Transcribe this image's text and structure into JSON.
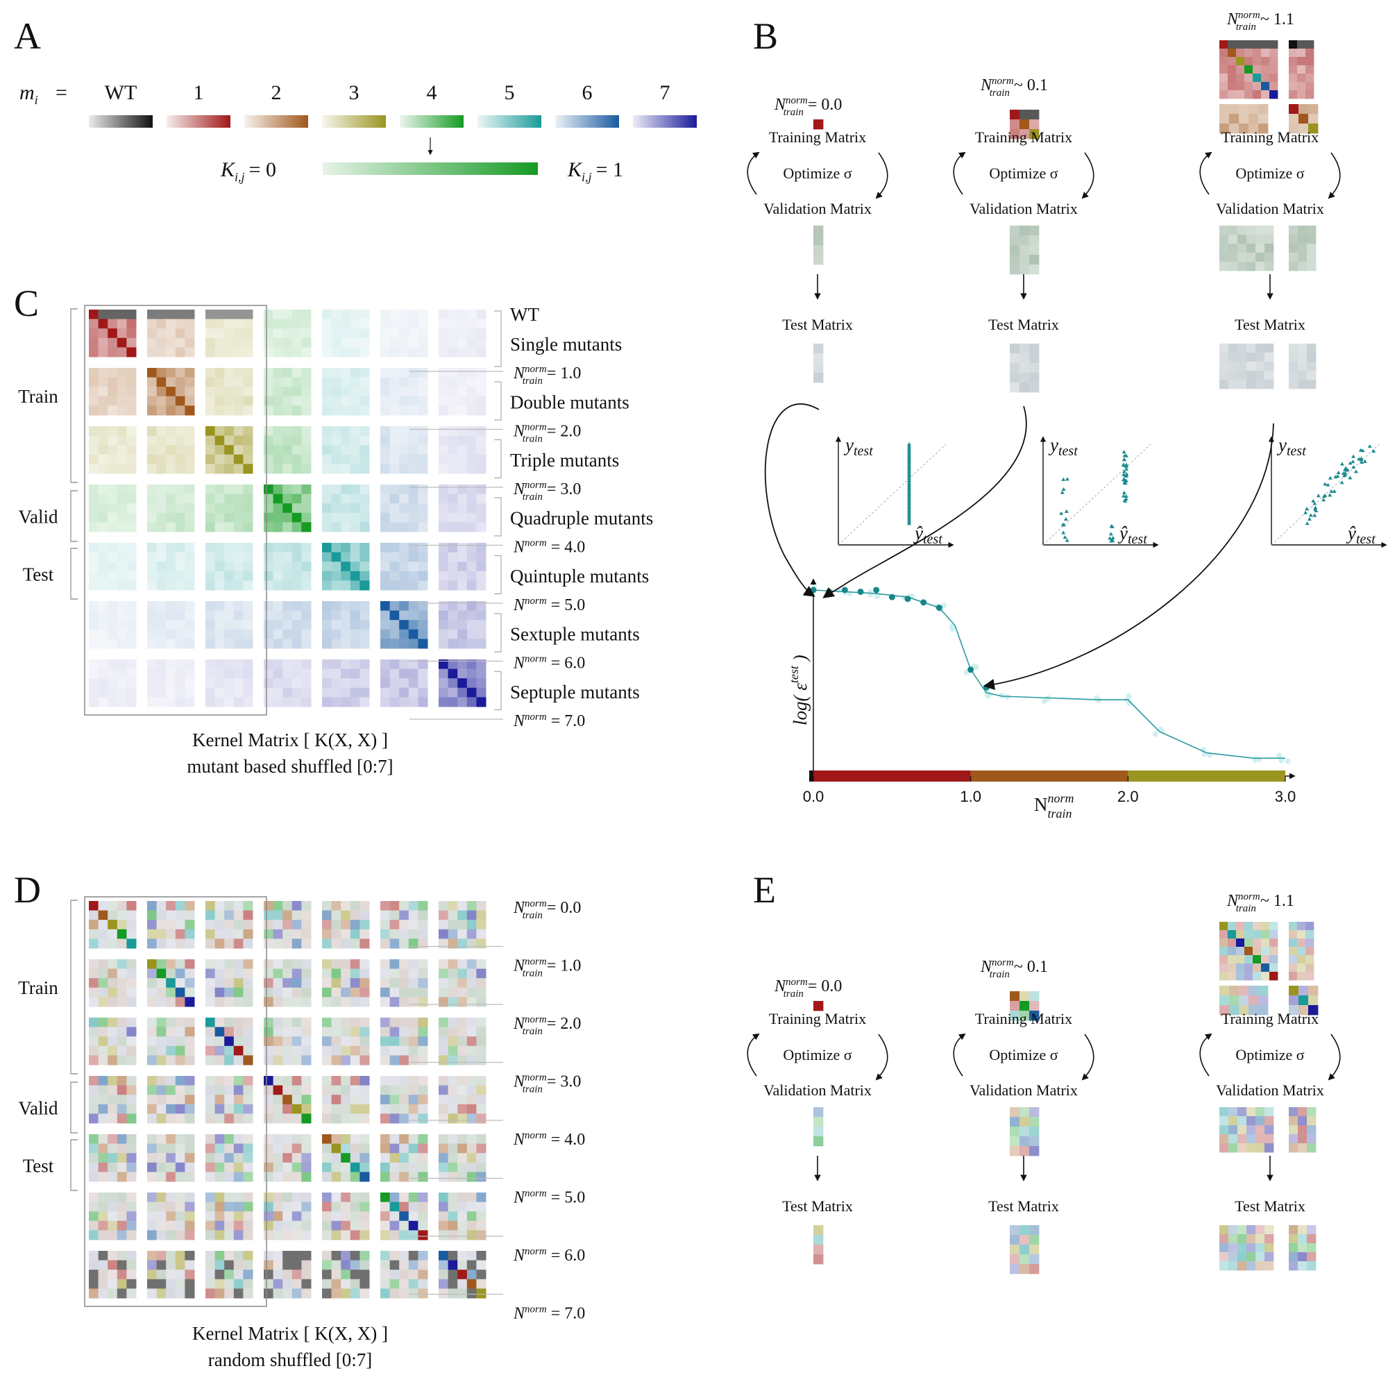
{
  "panels": {
    "a": "A",
    "b": "B",
    "c": "C",
    "d": "D",
    "e": "E"
  },
  "panelA": {
    "mi_label": "m",
    "mi_sub": "i",
    "eq": "=",
    "categories": [
      "WT",
      "1",
      "2",
      "3",
      "4",
      "5",
      "6",
      "7"
    ],
    "colors": [
      "#111111",
      "#a01818",
      "#a0581c",
      "#9a9420",
      "#159a24",
      "#1a9a9a",
      "#1a5aa0",
      "#1a1a9a"
    ],
    "kernel_left": "K",
    "kernel_right": "K",
    "kernel_sub": "i,j",
    "kernel_left_val": "= 0",
    "kernel_right_val": "= 1"
  },
  "stages": {
    "training": "Training Matrix",
    "optimize": "Optimize σ",
    "validation": "Validation Matrix",
    "test": "Test Matrix"
  },
  "ntrain": {
    "N": "N",
    "sup": "norm",
    "sub": "train",
    "c1": "= 0.0",
    "c2": "~ 0.1",
    "c3": "~ 1.1"
  },
  "panelB_plots": {
    "ylabel": "y",
    "ysub": "test",
    "xlabel": "ŷ",
    "xsub": "test"
  },
  "panelB_main": {
    "ylabel": "log( ε",
    "ysup": "test",
    "yclose": " )",
    "xlabel": "N",
    "xsup": "norm",
    "xsub": "train",
    "ticks": [
      "0.0",
      "1.0",
      "2.0",
      "3.0"
    ]
  },
  "panelC": {
    "groups": [
      "Train",
      "Valid",
      "Test"
    ],
    "rows": [
      "WT",
      "Single mutants",
      "Double mutants",
      "Triple mutants",
      "Quadruple mutants",
      "Quintuple mutants",
      "Sextuple mutants",
      "Septuple mutants"
    ],
    "n_labels": [
      "= 1.0",
      "= 2.0",
      "= 3.0",
      "= 4.0",
      "= 5.0",
      "= 6.0",
      "= 7.0"
    ],
    "caption1": "Kernel Matrix [ K(X, X) ]",
    "caption2": "mutant based shuffled [0:7]"
  },
  "panelD": {
    "groups": [
      "Train",
      "Valid",
      "Test"
    ],
    "n_labels": [
      "= 0.0",
      "= 1.0",
      "= 2.0",
      "= 3.0",
      "= 4.0",
      "= 5.0",
      "= 6.0",
      "= 7.0"
    ],
    "caption1": "Kernel Matrix [ K(X, X) ]",
    "caption2": "random shuffled [0:7]"
  },
  "chart_data": {
    "type": "line",
    "xlabel": "N_train^norm",
    "ylabel": "log(ε^test)",
    "xlim": [
      0,
      3
    ],
    "x_ticks": [
      0.0,
      1.0,
      2.0,
      3.0
    ],
    "curve_x": [
      0.0,
      0.2,
      0.4,
      0.6,
      0.8,
      0.9,
      1.0,
      1.1,
      1.2,
      1.5,
      1.8,
      2.0,
      2.2,
      2.5,
      2.8,
      3.0
    ],
    "curve_y": [
      1.0,
      0.99,
      0.98,
      0.96,
      0.9,
      0.8,
      0.55,
      0.42,
      0.4,
      0.39,
      0.38,
      0.38,
      0.2,
      0.08,
      0.05,
      0.05
    ],
    "dark_points_x": [
      0.0,
      0.1,
      0.2,
      0.3,
      0.4,
      0.5,
      0.6,
      0.7,
      0.8,
      1.0,
      1.1
    ],
    "dark_points_y": [
      1.0,
      0.99,
      1.0,
      0.99,
      1.0,
      0.96,
      0.95,
      0.93,
      0.9,
      0.55,
      0.45
    ],
    "band_colors": [
      "#111111",
      "#a01818",
      "#a0581c",
      "#9a9420"
    ]
  }
}
